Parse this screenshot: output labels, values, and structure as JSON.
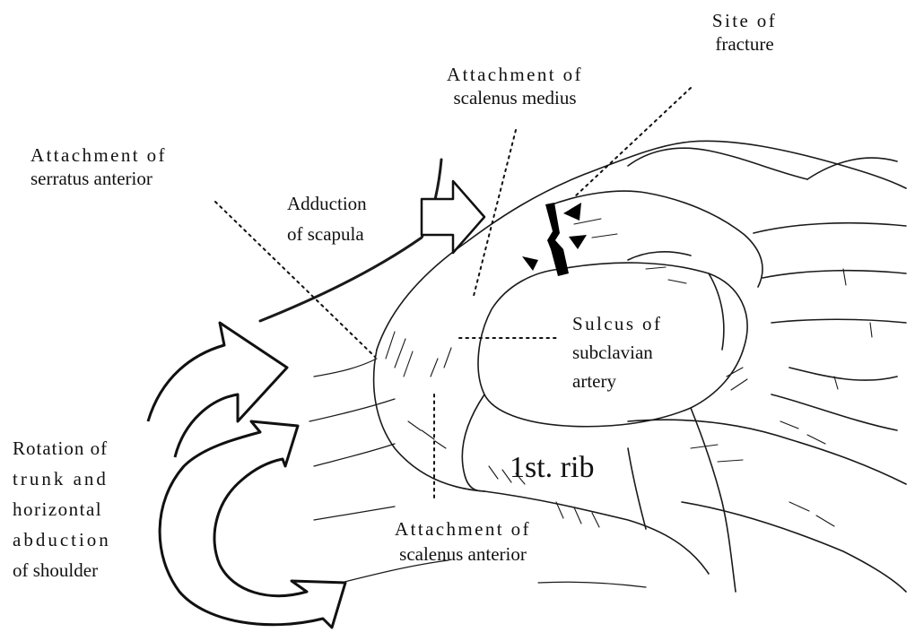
{
  "labels": {
    "site_of_fracture": [
      "Site of",
      "fracture"
    ],
    "attachment_scalenus_medius": [
      "Attachment of",
      "scalenus medius"
    ],
    "attachment_serratus_anterior": [
      "Attachment of",
      "serratus anterior"
    ],
    "adduction_of_scapula": [
      "Adduction",
      "of scapula"
    ],
    "sulcus_of_subclavian_artery": [
      "Sulcus of",
      "subclavian",
      "artery"
    ],
    "first_rib": "1st. rib",
    "rotation_of_trunk": [
      "Rotation of",
      "trunk and",
      "horizontal",
      "abduction",
      "of shoulder"
    ],
    "attachment_scalenus_anterior": [
      "Attachment of",
      "scalenus anterior"
    ]
  }
}
